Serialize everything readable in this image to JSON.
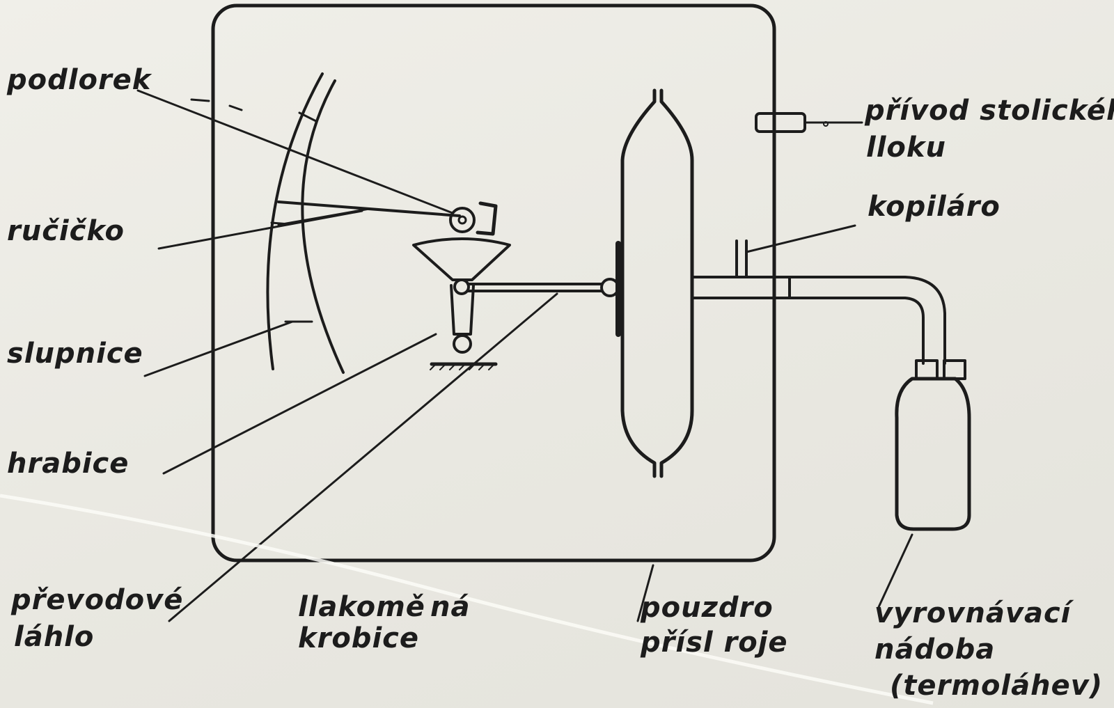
{
  "labels": {
    "podlorek": "podlorek",
    "rucicka": "ručičko",
    "stupnice": "slupnice",
    "hrabice": "hrabice",
    "prevodove_line1": "převodové",
    "prevodove_line2": "láhlo",
    "tlakomerna_line1": "llakomě",
    "tlakomerna_line1_end": "ná",
    "tlakomerna_line2": "krobice",
    "pouzdro_line1": "pouzdro",
    "pouzdro_line2": "přísl roje",
    "privod_line1": "přívod stolického",
    "privod_line2": "lloku",
    "kapilara": "kopiláro",
    "vyrovnavaci_line1": "vyrovnávací",
    "vyrovnavaci_line2": "nádoba",
    "vyrovnavaci_line3": "(termoláhev)"
  },
  "colors": {
    "ink": "#1c1c1c",
    "paper": "#ecebe4"
  }
}
